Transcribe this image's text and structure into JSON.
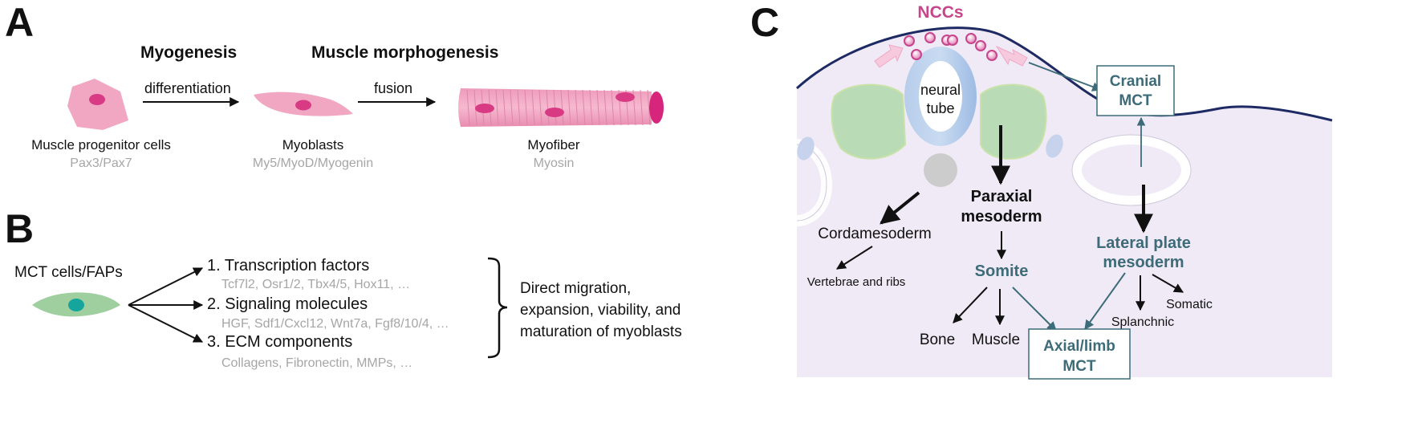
{
  "panel_a": {
    "label": "A",
    "heading_myogenesis": "Myogenesis",
    "heading_morphogenesis": "Muscle morphogenesis",
    "arrow1_label": "differentiation",
    "arrow2_label": "fusion",
    "cells": [
      {
        "name": "Muscle progenitor cells",
        "markers": "Pax3/Pax7"
      },
      {
        "name": "Myoblasts",
        "markers": "My5/MyoD/Myogenin"
      },
      {
        "name": "Myofiber",
        "markers": "Myosin"
      }
    ]
  },
  "panel_b": {
    "label": "B",
    "source": "MCT cells/FAPs",
    "factors": [
      {
        "title": "1. Transcription factors",
        "examples": "Tcf7l2, Osr1/2, Tbx4/5, Hox11, …"
      },
      {
        "title": "2. Signaling molecules",
        "examples": "HGF, Sdf1/Cxcl12, Wnt7a, Fgf8/10/4, …"
      },
      {
        "title": "3. ECM components",
        "examples": "Collagens, Fibronectin, MMPs, …"
      }
    ],
    "outcome_lines": [
      "Direct migration,",
      "expansion, viability, and",
      "maturation of myoblasts"
    ]
  },
  "panel_c": {
    "label": "C",
    "nccs": "NCCs",
    "neural_tube": [
      "neural",
      "tube"
    ],
    "cranial_mct": [
      "Cranial",
      "MCT"
    ],
    "paraxial_mesoderm": [
      "Paraxial",
      "mesoderm"
    ],
    "cordamesoderm": "Cordamesoderm",
    "vertebrae": "Vertebrae and ribs",
    "somite": "Somite",
    "lateral_plate": [
      "Lateral plate",
      "mesoderm"
    ],
    "somatic": "Somatic",
    "splanchnic": "Splanchnic",
    "bone": "Bone",
    "muscle": "Muscle",
    "axial_limb_mct": [
      "Axial/limb",
      "MCT"
    ]
  },
  "colors": {
    "muscle_pink": "#f1a7c2",
    "nucleus_magenta": "#d93a84",
    "mct_green": "#9fcf9f",
    "teal_text": "#3d6b78",
    "ncc_pink": "#c7458a",
    "gray_text": "#a6a6a6",
    "embryo_lavender": "#efeaf6",
    "tube_blue": "#a9c4e6"
  }
}
